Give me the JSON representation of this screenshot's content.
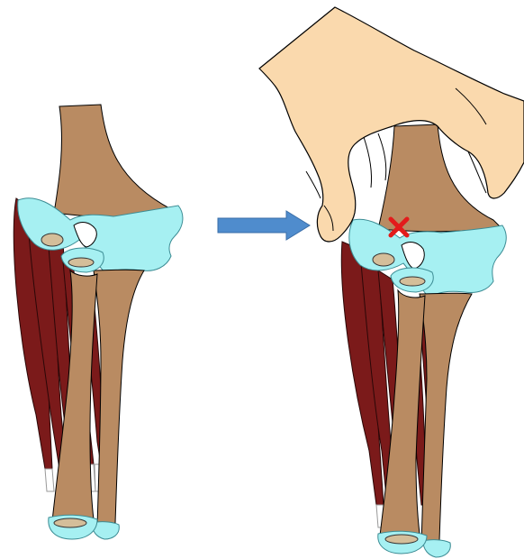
{
  "colors": {
    "bone": "#b98b62",
    "cartilage": "#a6f0f2",
    "muscle": "#7b1a1a",
    "tendon": "#ffffff",
    "hand": "#fad9ad",
    "arrow": "#4f8ccd",
    "mark": "#e31b1b"
  },
  "panels": [
    {
      "state": "relaxed",
      "icons": [
        "humerus-bone",
        "ulna-bone",
        "radius-bone",
        "forearm-muscles"
      ]
    },
    {
      "state": "hand-applied",
      "icons": [
        "hand-icon",
        "humerus-bone",
        "ulna-bone",
        "radius-bone",
        "forearm-muscles",
        "x-mark-icon"
      ]
    }
  ],
  "transition_icon": "right-arrow-icon"
}
